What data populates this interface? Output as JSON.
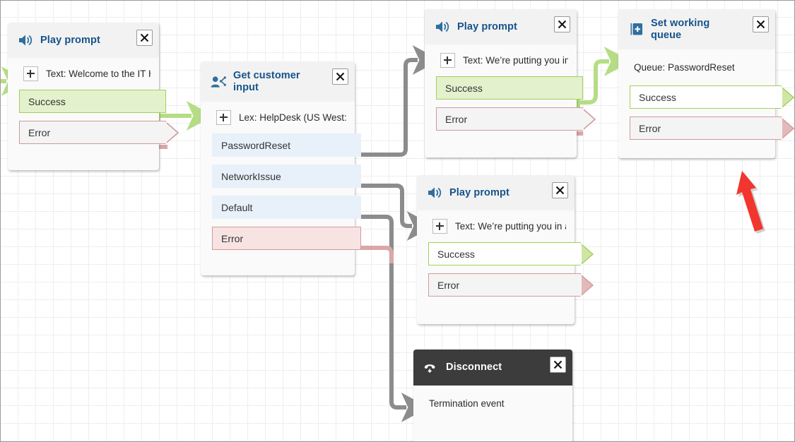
{
  "canvas": {
    "grid_size": 25,
    "background": "#ffffff",
    "grid_color": "#eeeeee"
  },
  "colors": {
    "header_title": "#16538a",
    "success_fill": "#e3f2cd",
    "success_border": "#a4ce5c",
    "error_fill": "#f8e3e3",
    "error_border": "#cf9b9b",
    "neutral_fill": "#e8f1fa",
    "wire_grey": "#8c8c8c",
    "wire_green": "#b6dd86",
    "wire_pink": "#d9a7a7",
    "annotation_red": "#f2352e",
    "disconnect_header": "#3c3c3c"
  },
  "nodes": [
    {
      "id": "play-prompt-welcome",
      "title": "Play prompt",
      "icon": "speaker-icon",
      "close_label": "✕",
      "param": {
        "text": "Text: Welcome to the IT Hel...",
        "has_plus": true
      },
      "branches": [
        {
          "label": "Success",
          "kind": "success"
        },
        {
          "label": "Error",
          "kind": "error"
        }
      ]
    },
    {
      "id": "get-customer-input",
      "title": "Get customer input",
      "icon": "get-customer-input-icon",
      "close_label": "✕",
      "param": {
        "text": "Lex: HelpDesk (US West: O...",
        "has_plus": true
      },
      "branches": [
        {
          "label": "PasswordReset",
          "kind": "neutral"
        },
        {
          "label": "NetworkIssue",
          "kind": "neutral"
        },
        {
          "label": "Default",
          "kind": "neutral"
        },
        {
          "label": "Error",
          "kind": "error-tint"
        }
      ]
    },
    {
      "id": "play-prompt-queue-top",
      "title": "Play prompt",
      "icon": "speaker-icon",
      "close_label": "✕",
      "param": {
        "text": "Text: We’re putting you in a ...",
        "has_plus": true
      },
      "branches": [
        {
          "label": "Success",
          "kind": "success"
        },
        {
          "label": "Error",
          "kind": "error"
        }
      ]
    },
    {
      "id": "set-working-queue",
      "title": "Set working queue",
      "icon": "set-working-queue-icon",
      "close_label": "✕",
      "param": {
        "text": "Queue: PasswordReset",
        "has_plus": false
      },
      "branches": [
        {
          "label": "Success",
          "kind": "success-plain"
        },
        {
          "label": "Error",
          "kind": "error"
        }
      ]
    },
    {
      "id": "play-prompt-queue-mid",
      "title": "Play prompt",
      "icon": "speaker-icon",
      "close_label": "✕",
      "param": {
        "text": "Text: We’re putting you in a ...",
        "has_plus": true
      },
      "branches": [
        {
          "label": "Success",
          "kind": "success-plain"
        },
        {
          "label": "Error",
          "kind": "error"
        }
      ]
    },
    {
      "id": "disconnect",
      "title": "Disconnect",
      "icon": "disconnect-phone-icon",
      "close_label": "✕",
      "param": {
        "text": "Termination event",
        "has_plus": false
      },
      "branches": []
    }
  ],
  "annotation": {
    "type": "arrow",
    "color": "#f2352e",
    "points_to": "set-working-queue"
  }
}
